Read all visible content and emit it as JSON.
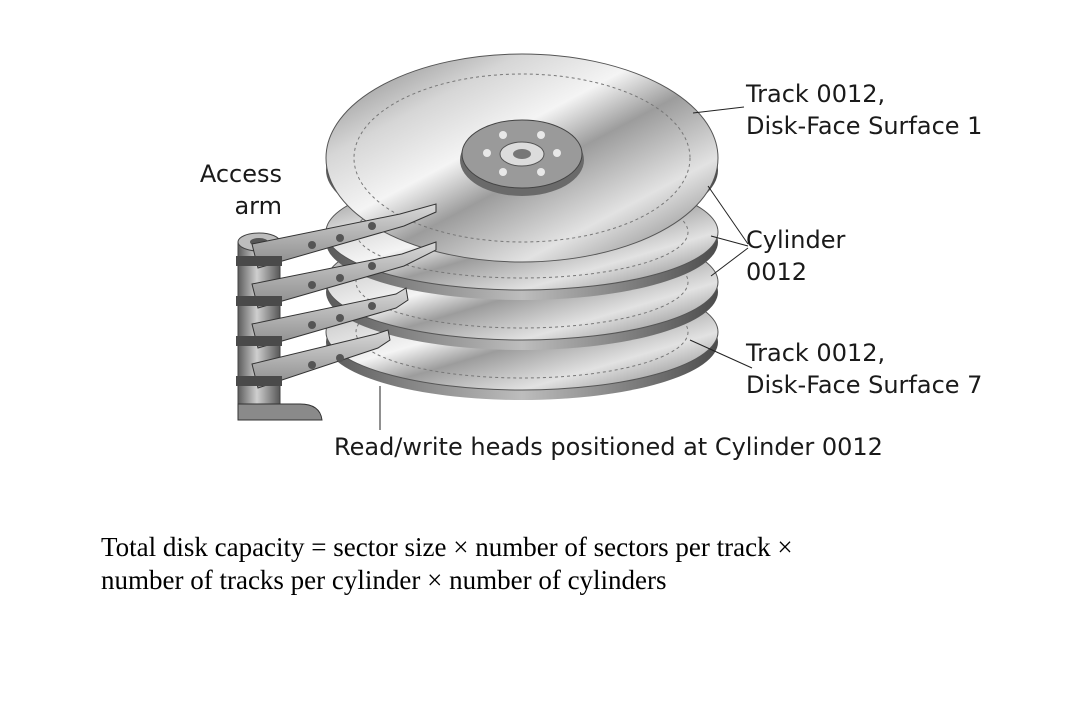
{
  "diagram": {
    "labels": {
      "access_arm_line1": "Access",
      "access_arm_line2": "arm",
      "track_top_line1": "Track 0012,",
      "track_top_line2": "Disk-Face Surface 1",
      "cylinder_line1": "Cylinder",
      "cylinder_line2": "0012",
      "track_bottom_line1": "Track 0012,",
      "track_bottom_line2": "Disk-Face Surface 7",
      "heads_caption": "Read/write heads positioned at Cylinder 0012"
    },
    "platter_count": 4,
    "arm_count": 4
  },
  "formula": {
    "line1": "Total disk capacity =  sector size × number of sectors per track ×",
    "line2": "number of tracks per cylinder × number of cylinders"
  }
}
